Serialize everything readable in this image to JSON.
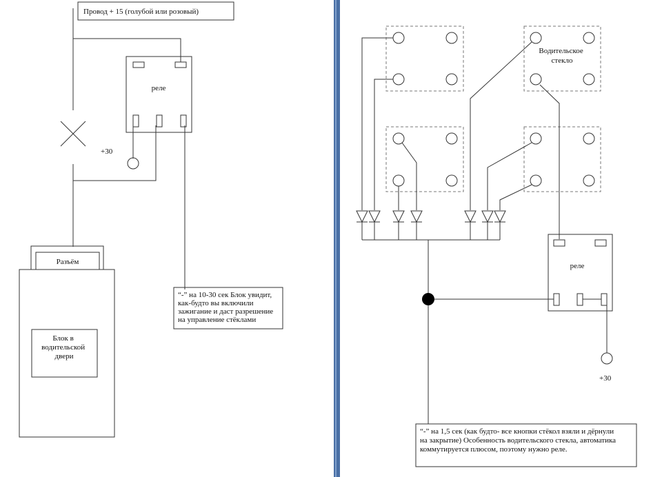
{
  "left": {
    "wire_label": "Провод + 15 (голубой или розовый)",
    "relay_label": "реле",
    "plus30": "+30",
    "connector_label": "Разъём",
    "block_label_lines": [
      "Блок в",
      "водительской",
      "двери"
    ],
    "note_lines": [
      "“-” на 10-30 сек Блок увидит,",
      "как-будто вы включили",
      "зажигание и даст разрешение",
      "на управление стёклами"
    ]
  },
  "right": {
    "driver_window_lines": [
      "Водительское",
      "стекло"
    ],
    "relay_label": "реле",
    "plus30": "+30",
    "note_lines": [
      "“-” на 1,5 сек (как будто- все кнопки стёкол взяли и дёрнули",
      "на закрытие) Особенность водительского стекла, автоматика",
      "коммутируется плюсом, поэтому нужно реле."
    ]
  },
  "colors": {
    "line": "#333333",
    "dash": "#777777",
    "divider": "#4a6fa5",
    "node": "#000000"
  }
}
